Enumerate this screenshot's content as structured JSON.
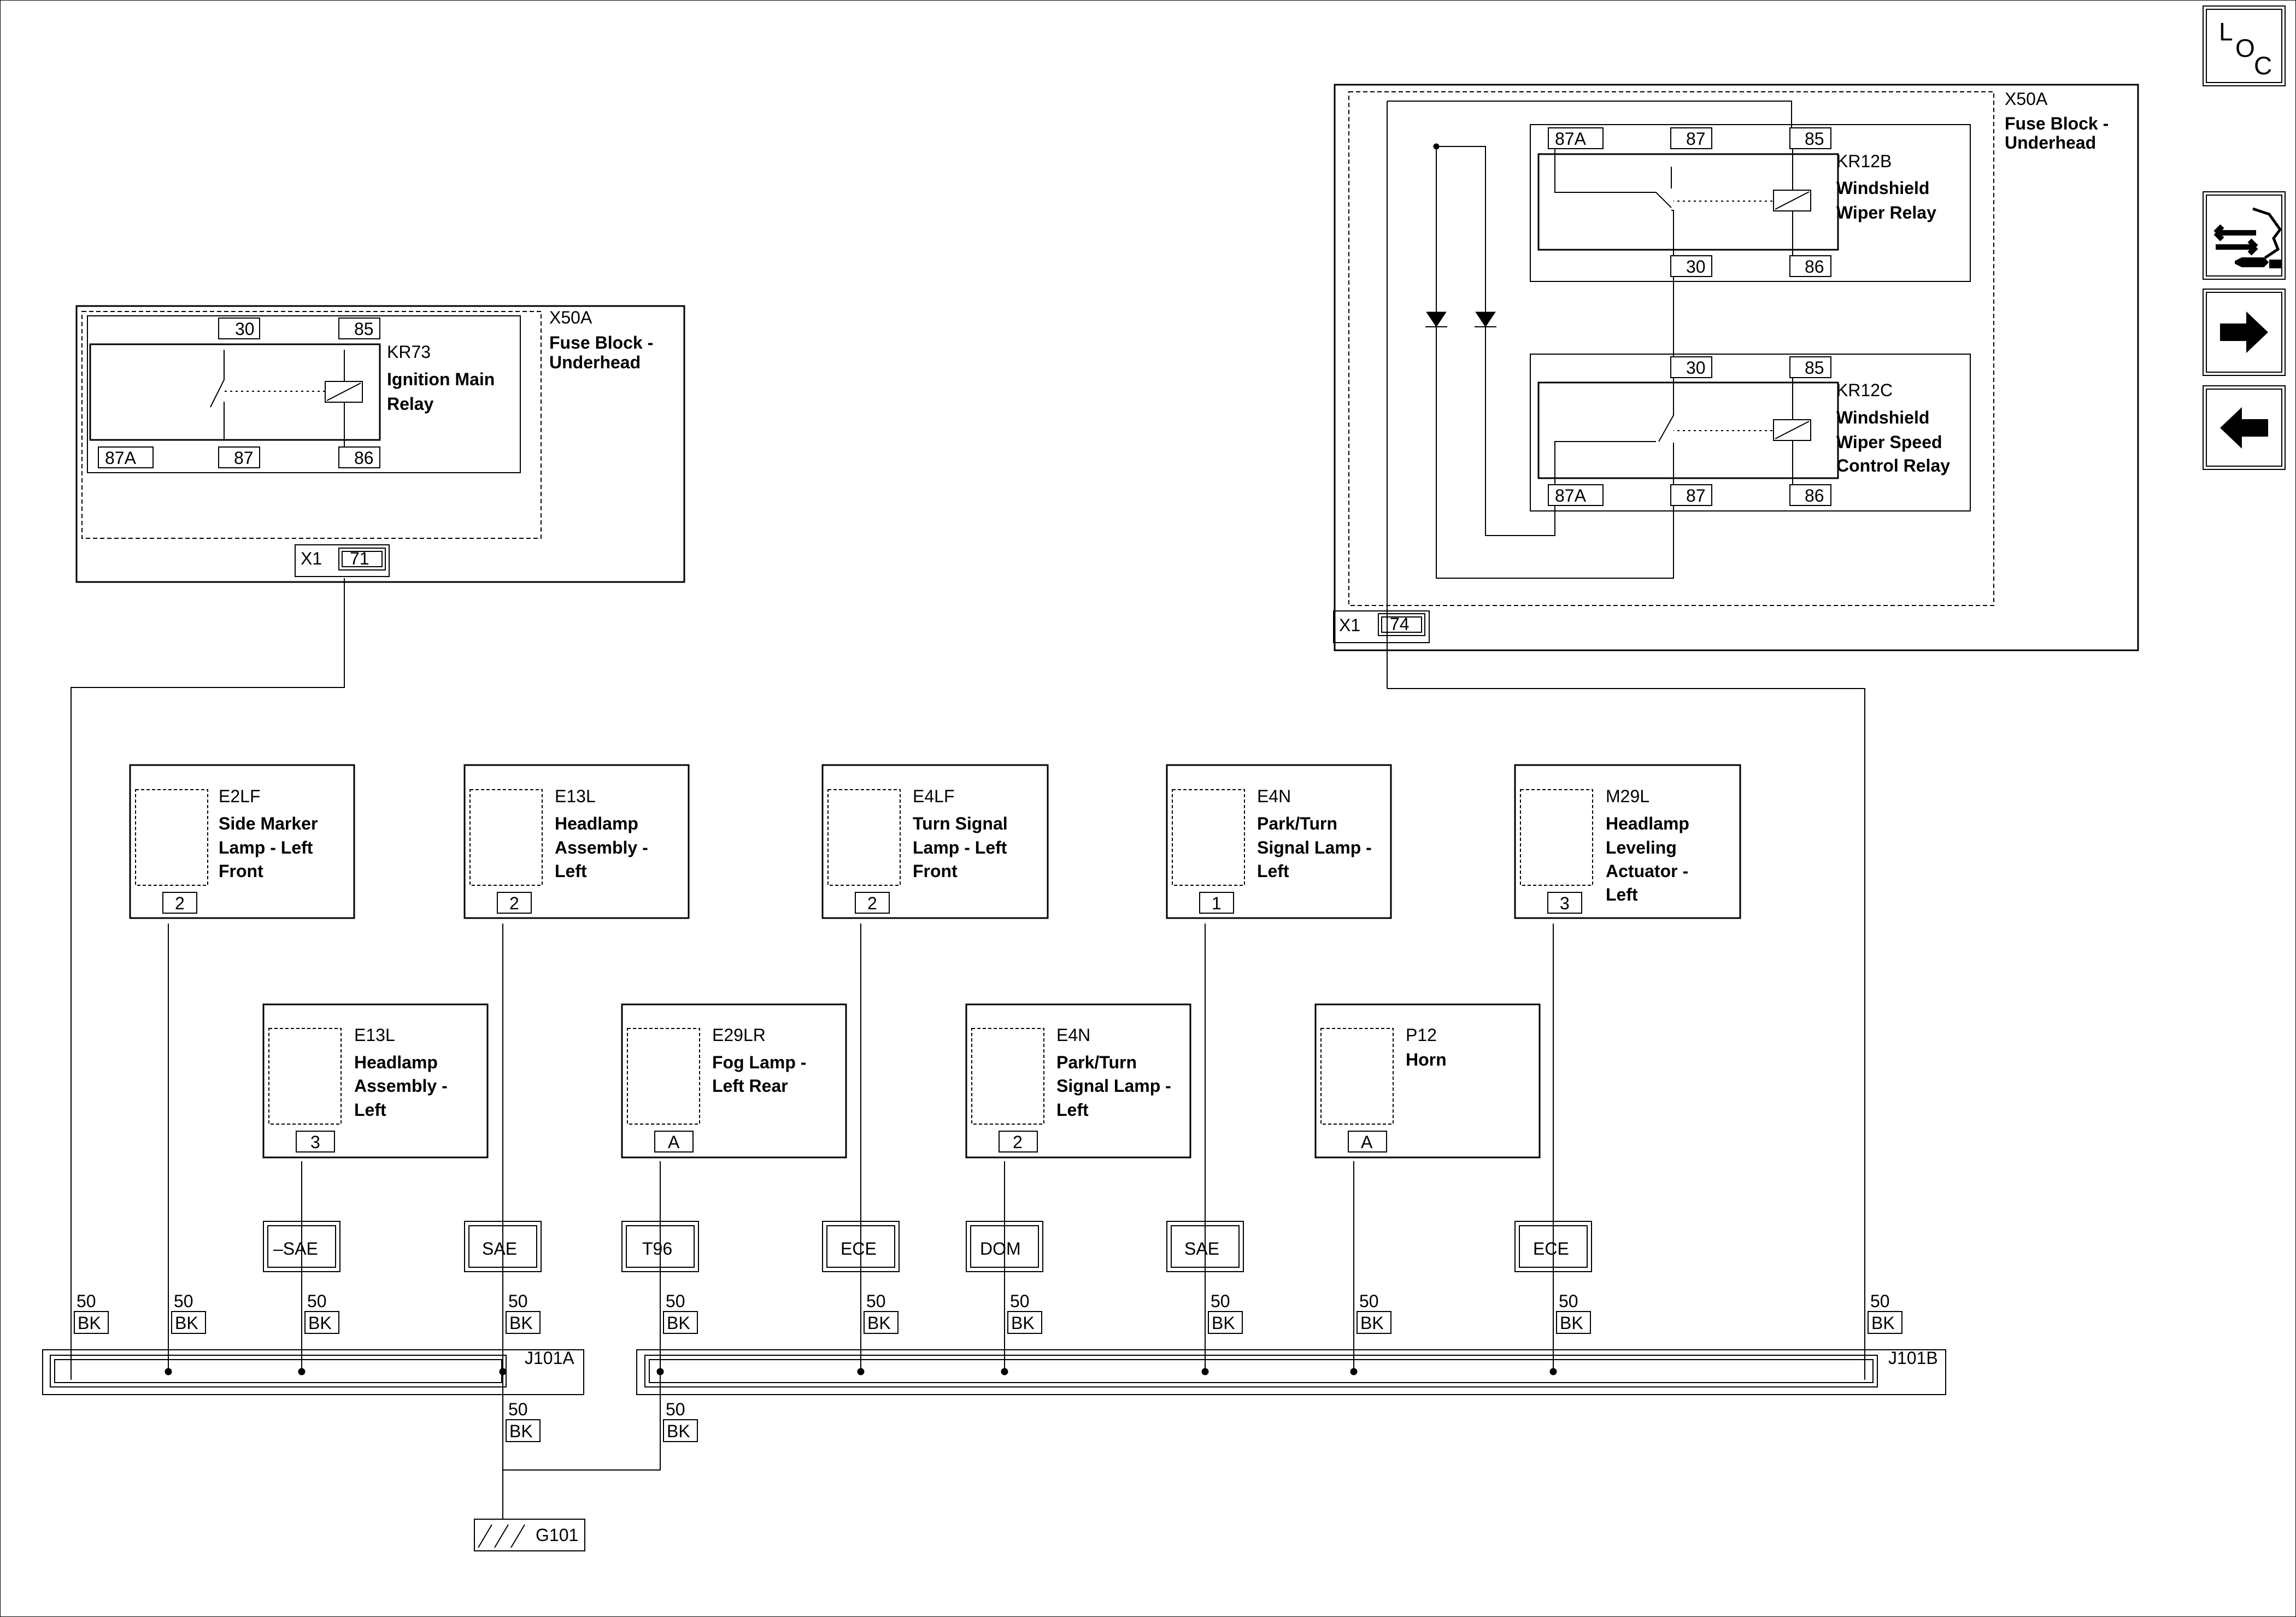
{
  "nav": {
    "loc_label_l": "L",
    "loc_label_o": "O",
    "loc_label_c": "C",
    "icons": [
      "loc-icon",
      "connector-tool-icon",
      "arrow-right-icon",
      "arrow-left-icon"
    ]
  },
  "relay_block_left": {
    "name": "X50A",
    "desc1": "Fuse Block -",
    "desc2": "Underhead",
    "relay_name": "KR73",
    "relay_desc1": "Ignition Main",
    "relay_desc2": "Relay",
    "pins": [
      "30",
      "85",
      "87A",
      "87",
      "86"
    ],
    "connector": "X1",
    "connector_pin": "71"
  },
  "relay_block_right": {
    "name": "X50A",
    "desc1": "Fuse Block -",
    "desc2": "Underhead",
    "relay1_name": "KR12B",
    "relay1_desc1": "Windshield",
    "relay1_desc2": "Wiper Relay",
    "relay1_pins": [
      "87A",
      "87",
      "85",
      "30",
      "86"
    ],
    "relay2_name": "KR12C",
    "relay2_desc1": "Windshield",
    "relay2_desc2": "Wiper Speed",
    "relay2_desc3": "Control Relay",
    "relay2_pins": [
      "30",
      "85",
      "87A",
      "87",
      "86"
    ],
    "connector": "X1",
    "connector_pin": "74"
  },
  "components_top": [
    {
      "id": "E2LF",
      "lines": [
        "Side Marker",
        "Lamp - Left",
        "Front"
      ],
      "pin": "2"
    },
    {
      "id": "E13L",
      "lines": [
        "Headlamp",
        "Assembly -",
        "Left"
      ],
      "pin": "2"
    },
    {
      "id": "E4LF",
      "lines": [
        "Turn Signal",
        "Lamp - Left",
        "Front"
      ],
      "pin": "2"
    },
    {
      "id": "E4N",
      "lines": [
        "Park/Turn",
        "Signal Lamp -",
        "Left"
      ],
      "pin": "1"
    },
    {
      "id": "M29L",
      "lines": [
        "Headlamp",
        "Leveling",
        "Actuator -",
        "Left"
      ],
      "pin": "3"
    }
  ],
  "components_bottom": [
    {
      "id": "E13L",
      "lines": [
        "Headlamp",
        "Assembly -",
        "Left"
      ],
      "pin": "3"
    },
    {
      "id": "E29LR",
      "lines": [
        "Fog Lamp -",
        "Left Rear"
      ],
      "pin": "A"
    },
    {
      "id": "E4N",
      "lines": [
        "Park/Turn",
        "Signal Lamp -",
        "Left"
      ],
      "pin": "2"
    },
    {
      "id": "P12",
      "lines": [
        "Horn"
      ],
      "pin": "A"
    }
  ],
  "option_boxes": [
    "–SAE",
    "SAE",
    "T96",
    "ECE",
    "DOM",
    "SAE",
    "ECE"
  ],
  "wire": {
    "gauge": "50",
    "color": "BK"
  },
  "splices": {
    "left": "J101A",
    "right": "J101B"
  },
  "ground": "G101"
}
